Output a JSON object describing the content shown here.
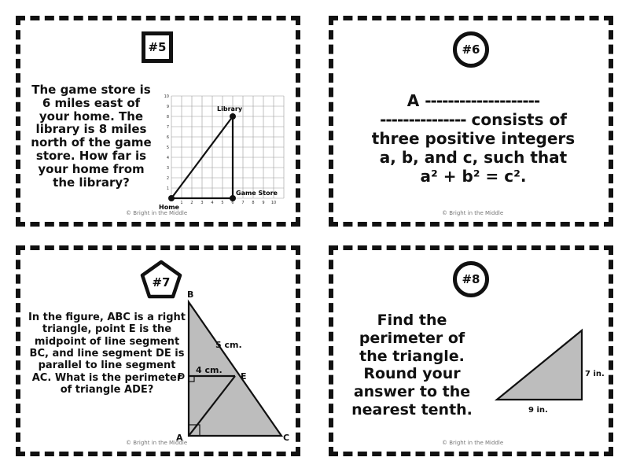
{
  "cards": {
    "c5": {
      "number": "#5",
      "question": "The game store is 6 miles east of your home. The library is 8 miles north of the game store. How far is your home from the library?",
      "graph": {
        "y_ticks": [
          "1",
          "2",
          "3",
          "4",
          "5",
          "6",
          "7",
          "8",
          "9",
          "10"
        ],
        "x_ticks": [
          "1",
          "2",
          "3",
          "4",
          "5",
          "6",
          "7",
          "8",
          "9",
          "10"
        ],
        "label_library": "Library",
        "label_game_store": "Game Store",
        "label_home": "Home"
      },
      "copyright": "© Bright in the Middle"
    },
    "c6": {
      "number": "#6",
      "line1_prefix": "A",
      "line1_blank": "--------------------",
      "line2_blank": "---------------",
      "line2_suffix": "consists of",
      "line3": "three positive integers",
      "line4": "a, b, and c, such that",
      "equation": "a² + b² = c².",
      "copyright": "© Bright in the Middle"
    },
    "c7": {
      "number": "#7",
      "question": "In the figure, ABC is a right triangle, point E is the midpoint of line segment BC, and line segment DE is parallel to line segment AC. What is the perimeter of triangle ADE?",
      "figure": {
        "label_b": "B",
        "label_a": "A",
        "label_c": "C",
        "label_d": "D",
        "label_e": "E",
        "label_be": "5 cm.",
        "label_de": "4 cm."
      },
      "copyright": "© Bright in the Middle"
    },
    "c8": {
      "number": "#8",
      "question": "Find the perimeter of the triangle. Round your answer to the nearest tenth.",
      "figure": {
        "label_height": "7 in.",
        "label_base": "9 in."
      },
      "copyright": "© Bright in the Middle"
    }
  }
}
